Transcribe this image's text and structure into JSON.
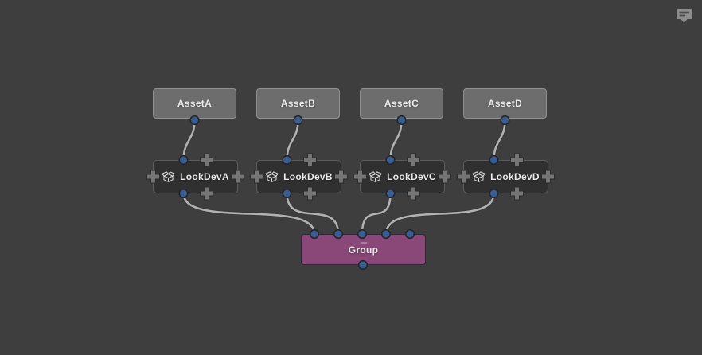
{
  "app": {
    "background_color": "#3e3e3e",
    "header": {
      "comment_icon": "speech-bubble-icon"
    }
  },
  "graph": {
    "nodes": [
      {
        "id": "AssetA",
        "type": "asset",
        "label": "AssetA"
      },
      {
        "id": "AssetB",
        "type": "asset",
        "label": "AssetB"
      },
      {
        "id": "AssetC",
        "type": "asset",
        "label": "AssetC"
      },
      {
        "id": "AssetD",
        "type": "asset",
        "label": "AssetD"
      },
      {
        "id": "LookDevA",
        "type": "lookdev",
        "label": "LookDevA",
        "icon": "package-icon"
      },
      {
        "id": "LookDevB",
        "type": "lookdev",
        "label": "LookDevB",
        "icon": "package-icon"
      },
      {
        "id": "LookDevC",
        "type": "lookdev",
        "label": "LookDevC",
        "icon": "package-icon"
      },
      {
        "id": "LookDevD",
        "type": "lookdev",
        "label": "LookDevD",
        "icon": "package-icon"
      },
      {
        "id": "Group",
        "type": "group",
        "label": "Group"
      }
    ],
    "edges": [
      {
        "from": "AssetA",
        "to": "LookDevA"
      },
      {
        "from": "AssetB",
        "to": "LookDevB"
      },
      {
        "from": "AssetC",
        "to": "LookDevC"
      },
      {
        "from": "AssetD",
        "to": "LookDevD"
      },
      {
        "from": "LookDevA",
        "to": "Group"
      },
      {
        "from": "LookDevB",
        "to": "Group"
      },
      {
        "from": "LookDevC",
        "to": "Group"
      },
      {
        "from": "LookDevD",
        "to": "Group"
      }
    ],
    "colors": {
      "background": "#3e3e3e",
      "asset_node": "#6d6d6d",
      "lookdev_node": "#303030",
      "group_node": "#8a4878",
      "port": "#3a5c8e",
      "wire": "#b2b2b2",
      "plus_button": "#757575",
      "label_text": "#eaeaea"
    }
  }
}
